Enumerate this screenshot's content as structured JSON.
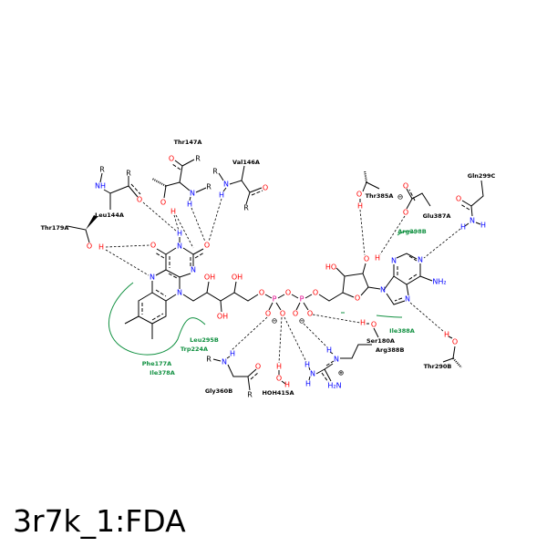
{
  "title": "3r7k_1:FDA",
  "colors": {
    "O": "#ff0000",
    "N": "#0000ff",
    "H_on_N": "#0000ff",
    "H_on_O": "#ff0000",
    "P": "#e0008a",
    "C": "#000000",
    "hydrophobic": "#109040"
  },
  "symbols": {
    "O": "O",
    "N": "N",
    "H": "H",
    "R": "R",
    "P": "P",
    "OH": "OH",
    "HO": "HO",
    "NH": "NH",
    "NH2": "NH₂",
    "H2N": "H₂N",
    "minus": "⊖",
    "plus": "⊕"
  },
  "residues": {
    "thr147a": "Thr147A",
    "val146a": "Val146A",
    "leu144a": "Leu144A",
    "thr179a": "Thr179A",
    "thr385a": "Thr385A",
    "glu387a": "Glu387A",
    "gln299c": "Gln299C",
    "thr290b": "Thr290B",
    "ser_overlap_1": "Ser180A",
    "ser_overlap_2": "Arg388B",
    "gly360b": "Gly360B",
    "hoh415a": "HOH415A"
  },
  "hydrophobic_residues": {
    "arg298b": "Arg298B",
    "ile388a": "Ile388A",
    "leu295b": "Leu295B",
    "trp224a": "Trp224A",
    "phe177a": "Phe177A",
    "ile378a": "Ile378A"
  }
}
